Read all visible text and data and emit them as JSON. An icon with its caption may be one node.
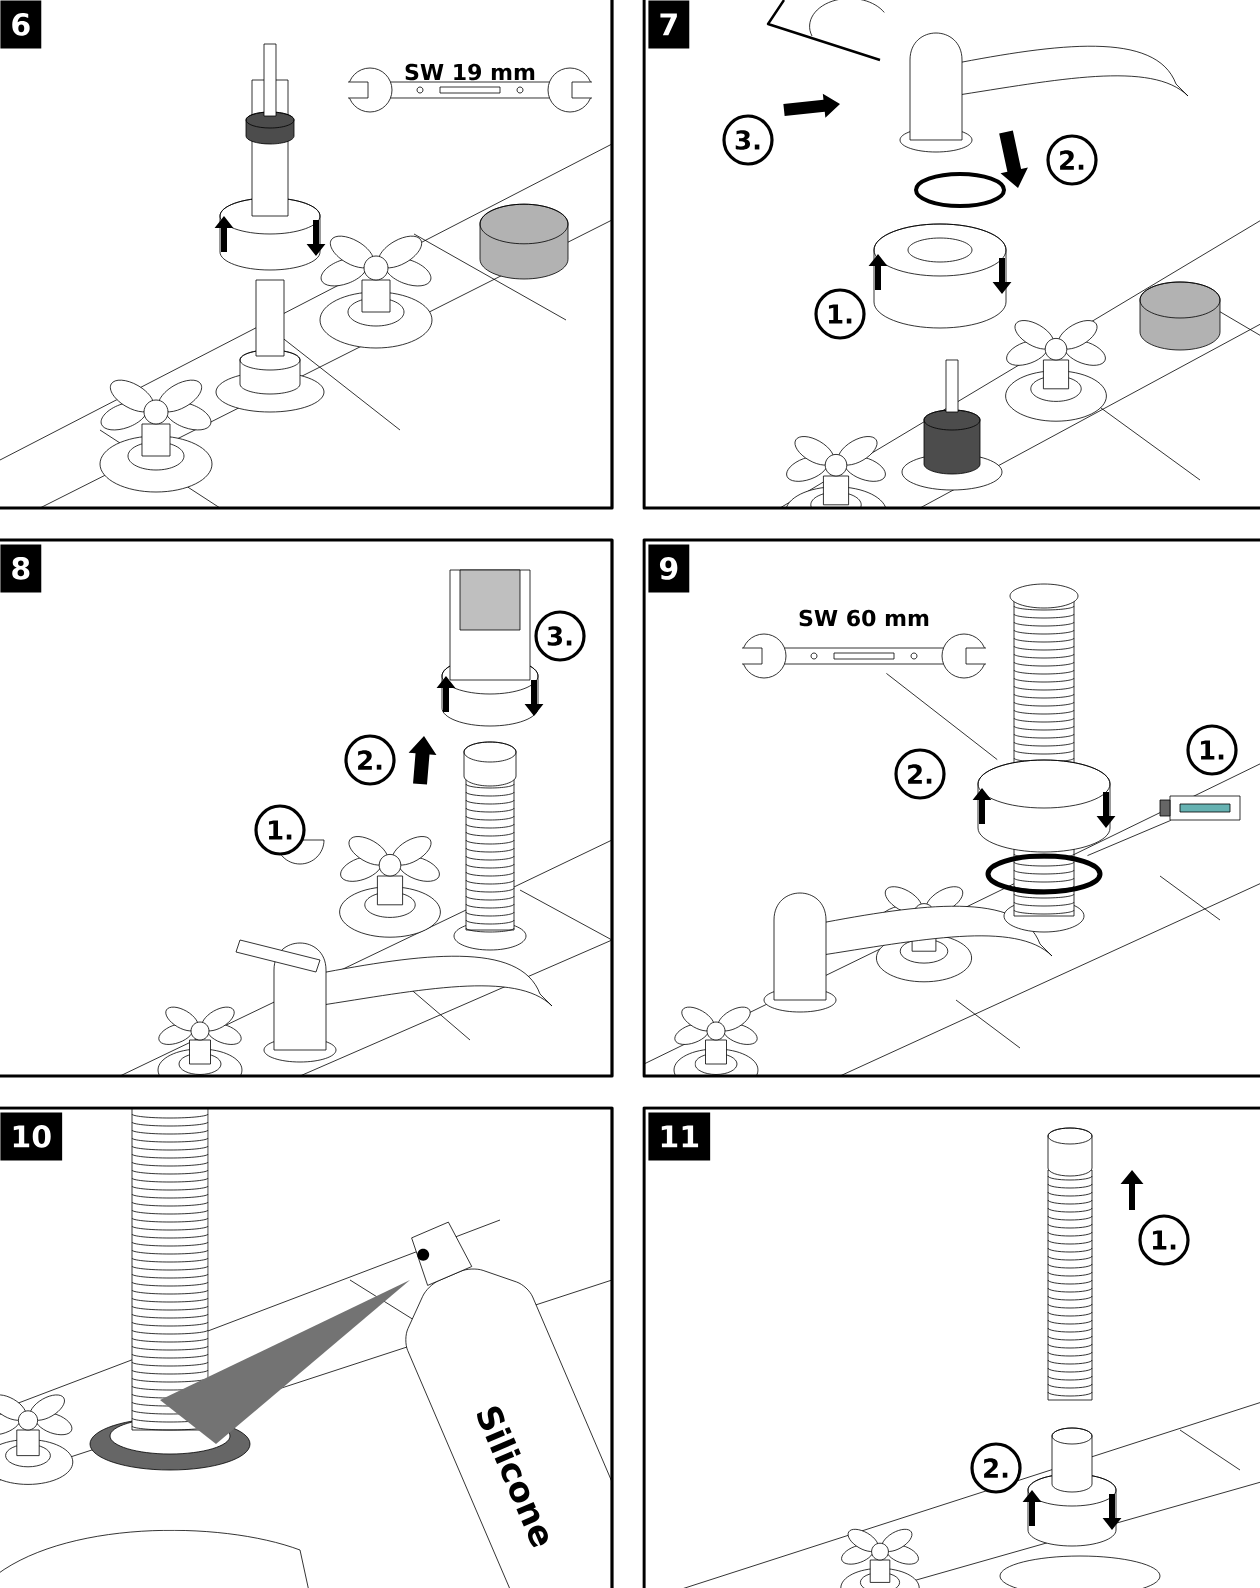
{
  "diagram": {
    "nodes": [
      {
        "text": [
          "6"
        ]
      },
      {
        "text": [
          "7"
        ]
      },
      {
        "text": [
          "3."
        ],
        "in": 1
      },
      {
        "text": [
          "2."
        ],
        "in": 1
      },
      {
        "text": [
          "1."
        ],
        "in": 1
      },
      {
        "text": [
          "8"
        ]
      },
      {
        "text": [
          "3."
        ],
        "in": 5
      },
      {
        "text": [
          "2."
        ],
        "in": 5
      },
      {
        "text": [
          "1."
        ],
        "in": 5
      },
      {
        "text": [
          "9"
        ]
      },
      {
        "text": [
          "1."
        ],
        "in": 9
      },
      {
        "text": [
          "2."
        ],
        "in": 9
      },
      {
        "text": [
          "10"
        ]
      },
      {
        "text": [
          "11"
        ]
      },
      {
        "text": [
          "1."
        ],
        "in": 13
      },
      {
        "text": [
          "2."
        ],
        "in": 13
      },
      {
        "text": [],
        "shape": "picture",
        "in": 9,
        "beside": [
          "SW 60 mm"
        ]
      },
      {
        "text": [],
        "shape": "picture",
        "in": 9
      },
      {
        "text": [],
        "shape": "picture",
        "in": 9
      },
      {
        "text": [],
        "shape": "picture",
        "in": 9
      }
    ],
    "edges": [
      {
        "from": 16,
        "to": 17,
        "arrow": "none"
      },
      {
        "from": 18,
        "to": 19,
        "arrow": "none"
      }
    ],
    "labels": [
      "SW 19 mm",
      "Silicone"
    ]
  }
}
